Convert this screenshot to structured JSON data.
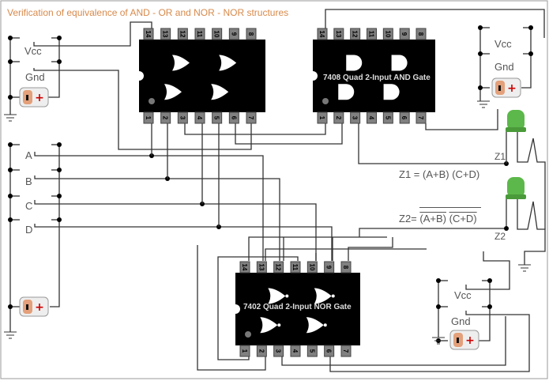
{
  "title": "Verification of equivalence of AND - OR and NOR - NOR structures",
  "power_labels": {
    "vcc": "Vcc",
    "gnd": "Gnd"
  },
  "inputs": [
    "A",
    "B",
    "C",
    "D"
  ],
  "chips": {
    "or": {
      "name": "",
      "gate": "OR",
      "top_pins": [
        "14",
        "13",
        "12",
        "11",
        "10",
        "9",
        "8"
      ],
      "bottom_pins": [
        "1",
        "2",
        "3",
        "4",
        "5",
        "6",
        "7"
      ]
    },
    "and": {
      "name": "7408 Quad 2-Input AND Gate",
      "gate": "AND",
      "top_pins": [
        "14",
        "13",
        "12",
        "11",
        "10",
        "9",
        "8"
      ],
      "bottom_pins": [
        "1",
        "2",
        "3",
        "4",
        "5",
        "6",
        "7"
      ]
    },
    "nor": {
      "name": "7402 Quad 2-Input NOR Gate",
      "gate": "NOR",
      "top_pins": [
        "14",
        "13",
        "12",
        "11",
        "10",
        "9",
        "8"
      ],
      "bottom_pins": [
        "1",
        "2",
        "3",
        "4",
        "5",
        "6",
        "7"
      ]
    }
  },
  "outputs": {
    "z1_label": "Z1",
    "z2_label": "Z2",
    "z1_formula": {
      "lhs": "Z1",
      "rhs": "= (A+B) (C+D)"
    },
    "z2_formula": {
      "lhs": "Z2",
      "eq": "=",
      "t1": "(A+B)",
      "t2": "(C+D)"
    }
  },
  "colors": {
    "title": "#d8894a",
    "led": "#5cb84a",
    "chip": "#000000",
    "pin": "#808080",
    "wire": "#333333"
  }
}
